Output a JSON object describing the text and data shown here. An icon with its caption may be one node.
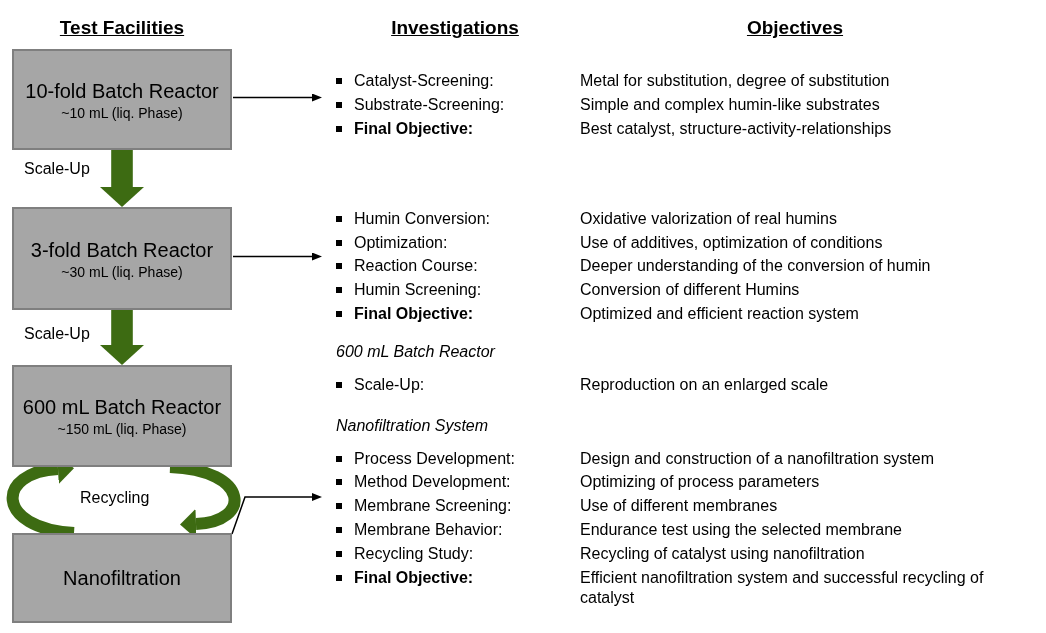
{
  "diagram": {
    "nodes": [
      {
        "text": [
          "10-fold Batch Reactor",
          "~10 mL (liq. Phase)"
        ]
      },
      {
        "text": [
          "3-fold Batch Reactor",
          "~30 mL (liq. Phase)"
        ]
      },
      {
        "text": [
          "600 mL Batch Reactor",
          "~150 mL (liq. Phase)"
        ]
      },
      {
        "text": [
          "Nanofiltration"
        ]
      }
    ],
    "edges": [
      {
        "from": 0,
        "to": 1,
        "arrow": "to",
        "label": "Scale-Up",
        "style": "thick"
      },
      {
        "from": 1,
        "to": 2,
        "arrow": "to",
        "label": "Scale-Up",
        "style": "thick"
      },
      {
        "from": 2,
        "to": 3,
        "arrow": "to"
      },
      {
        "from": 3,
        "to": 2,
        "arrow": "to",
        "label": "Recycling"
      },
      {
        "from": 0,
        "to": null,
        "arrow": "to",
        "color": "#000000"
      },
      {
        "from": 1,
        "to": null,
        "arrow": "to",
        "color": "#000000"
      },
      {
        "from": 3,
        "to": null,
        "arrow": "to",
        "color": "#000000"
      }
    ],
    "labels": [
      "Test Facilities",
      "Investigations",
      "Objectives",
      "Catalyst-Screening:",
      "Metal for substitution, degree of substitution",
      "Substrate-Screening:",
      "Simple and complex humin-like substrates",
      "Final Objective:",
      "Best catalyst, structure-activity-relationships",
      "Humin Conversion:",
      "Oxidative valorization of real humins",
      "Optimization:",
      "Use of additives, optimization of conditions",
      "Reaction Course:",
      "Deeper understanding of the conversion of humin",
      "Humin Screening:",
      "Conversion of different Humins",
      "Final Objective:",
      "Optimized and efficient reaction system",
      "600 mL Batch Reactor",
      "Scale-Up:",
      "Reproduction on an enlarged scale",
      "Nanofiltration System",
      "Process Development:",
      "Design and construction of a nanofiltration system",
      "Method Development:",
      "Optimizing of process parameters",
      "Membrane Screening:",
      "Use of different membranes",
      "Membrane Behavior:",
      "Endurance test using the selected membrane",
      "Recycling Study:",
      "Recycling of catalyst using nanofiltration",
      "Final Objective:",
      "Efficient nanofiltration system and successful recycling of catalyst"
    ]
  }
}
